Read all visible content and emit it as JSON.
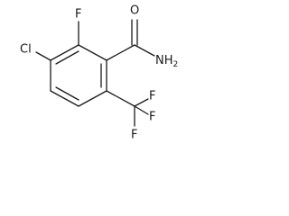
{
  "structure": {
    "atoms": {
      "chlorine": "Cl",
      "fluorine_ring": "F",
      "oxygen": "O",
      "amide_nitrogen": "NH",
      "amide_subscript": "2",
      "cf3_fluorine_top": "F",
      "cf3_fluorine_right": "F",
      "cf3_fluorine_bottom": "F"
    },
    "colors": {
      "bond": "#1a1a1a",
      "label": "#1a1a1a",
      "background": "#ffffff"
    }
  }
}
